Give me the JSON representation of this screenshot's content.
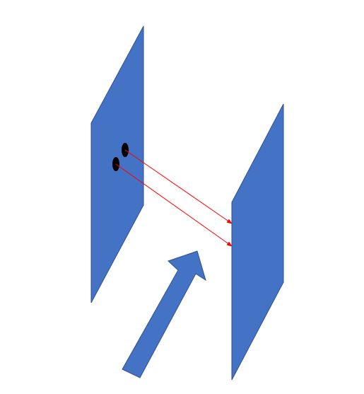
{
  "diagram": {
    "colors": {
      "panel_fill": "#4472c4",
      "panel_stroke": "#2f528f",
      "ray": "#ff0000",
      "hole": "#000000",
      "arrow_fill": "#4472c4",
      "background": "#ffffff"
    },
    "elements": {
      "left_panel": "left-plate",
      "right_panel": "right-plate",
      "holes": 2,
      "rays": 2,
      "arrow_icon": "block-arrow-up-right"
    }
  }
}
